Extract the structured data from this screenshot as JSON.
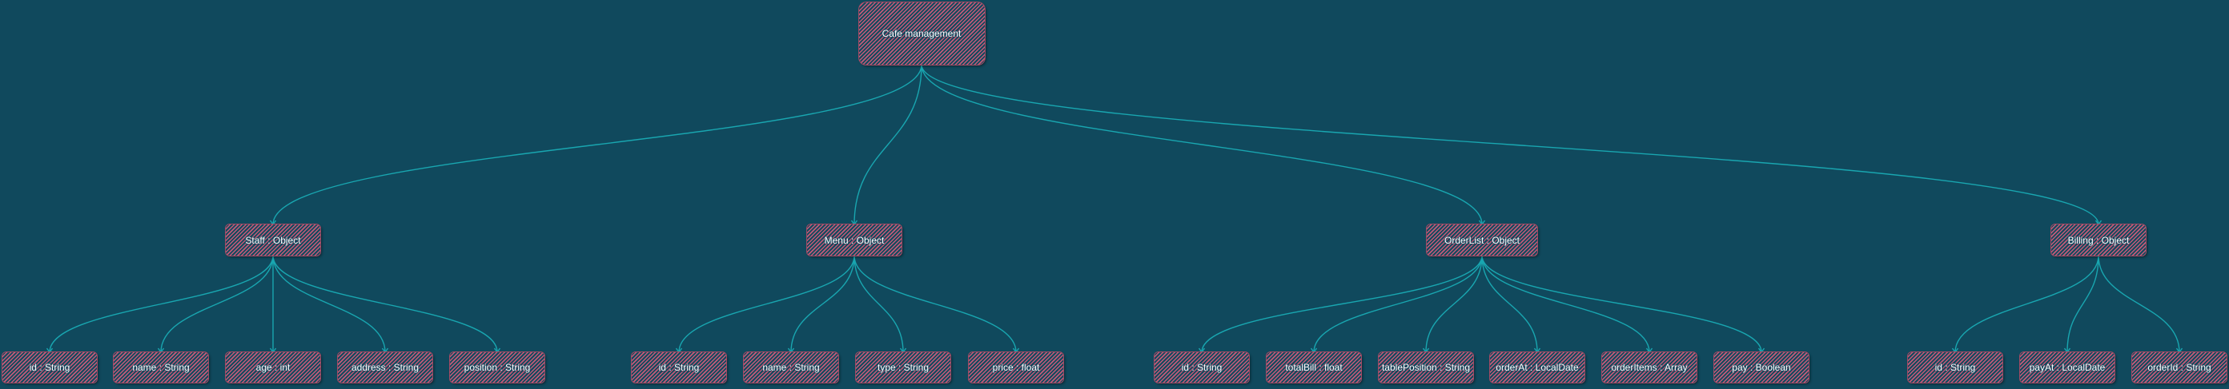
{
  "diagram": {
    "edge_color": "#19a6b0",
    "node_color": "#c45a78",
    "root": {
      "label": "Cafe management"
    },
    "groups": [
      {
        "label": "Staff : Object",
        "children": [
          "id : String",
          "name : String",
          "age : int",
          "address : String",
          "position : String"
        ]
      },
      {
        "label": "Menu : Object",
        "children": [
          "id : String",
          "name : String",
          "type : String",
          "price : float"
        ]
      },
      {
        "label": "OrderList : Object",
        "children": [
          "id : String",
          "totalBill : float",
          "tablePosition : String",
          "orderAt : LocalDate",
          "orderItems : Array",
          "pay : Boolean"
        ]
      },
      {
        "label": "Billing : Object",
        "children": [
          "id : String",
          "payAt : LocalDate",
          "orderId : String"
        ]
      }
    ]
  }
}
